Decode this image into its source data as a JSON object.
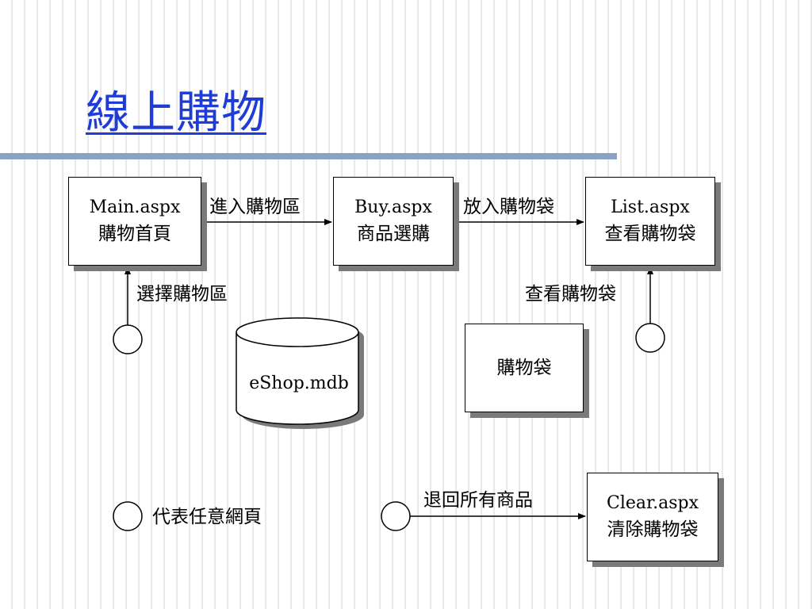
{
  "slide": {
    "title": "線上購物"
  },
  "diagram": {
    "pages": {
      "main": {
        "file": "Main.aspx",
        "desc": "購物首頁"
      },
      "buy": {
        "file": "Buy.aspx",
        "desc": "商品選購"
      },
      "list": {
        "file": "List.aspx",
        "desc": "查看購物袋"
      },
      "clear": {
        "file": "Clear.aspx",
        "desc": "清除購物袋"
      }
    },
    "cart": {
      "label": "購物袋"
    },
    "database": {
      "label": "eShop.mdb"
    },
    "edges": {
      "main_to_buy": "進入購物區",
      "buy_to_list": "放入購物袋",
      "any_to_main": "選擇購物區",
      "any_to_list": "查看購物袋",
      "any_to_clear": "退回所有商品"
    },
    "legend": {
      "label": "代表任意網頁"
    }
  },
  "colors": {
    "title": "#1f3cd6",
    "title_rule": "#8aa3c3",
    "box_shadow": "#7a7a7a"
  }
}
